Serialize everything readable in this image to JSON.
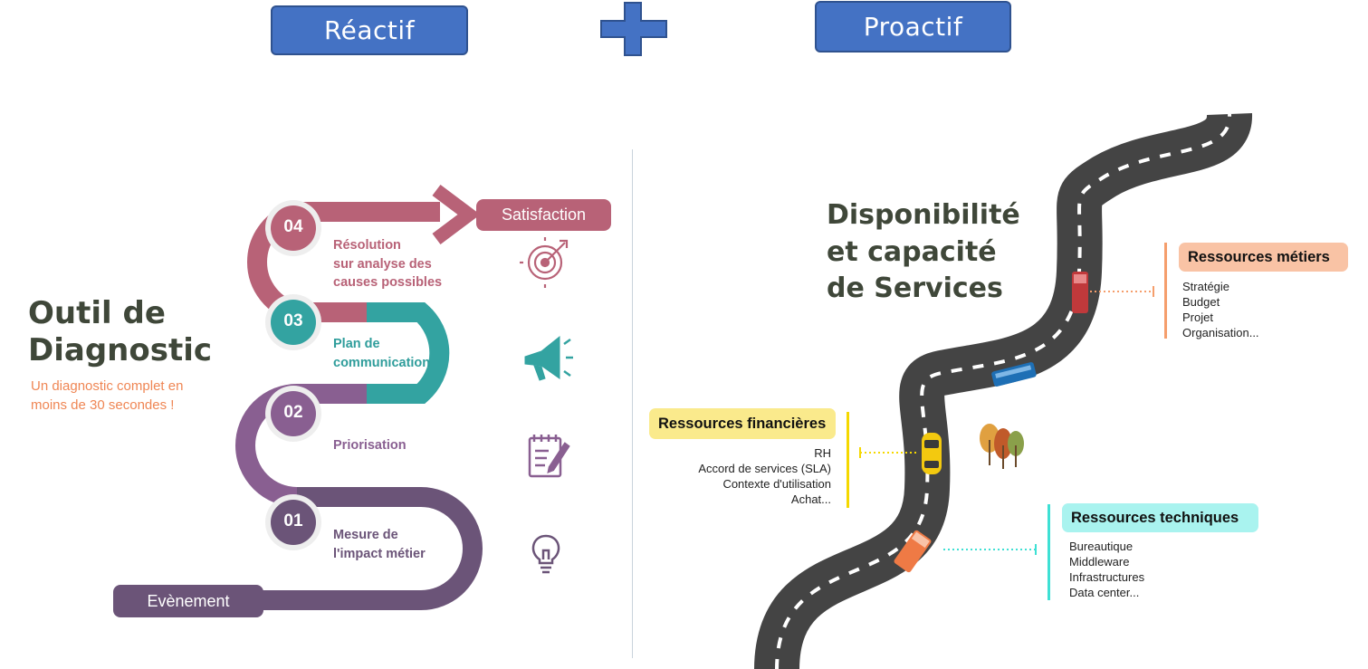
{
  "header": {
    "reactive_label": "Réactif",
    "plus_symbol": "plus-icon",
    "proactive_label": "Proactif",
    "color": "#4472c4"
  },
  "left": {
    "title_line1": "Outil de",
    "title_line2": "Diagnostic",
    "subtitle_line1": "Un diagnostic complet en",
    "subtitle_line2": "moins de 30 secondes !",
    "start_label": "Evènement",
    "end_label": "Satisfaction",
    "steps": [
      {
        "number": "01",
        "line1": "Mesure de",
        "line2": "l'impact métier",
        "line3": "",
        "color": "#6b5478",
        "icon": "lightbulb-icon"
      },
      {
        "number": "02",
        "line1": "Priorisation",
        "line2": "",
        "line3": "",
        "color": "#895f91",
        "icon": "notepad-icon"
      },
      {
        "number": "03",
        "line1": "Plan de",
        "line2": "communication",
        "line3": "",
        "color": "#33a3a1",
        "icon": "megaphone-icon"
      },
      {
        "number": "04",
        "line1": "Résolution",
        "line2": "sur analyse des",
        "line3": "causes possibles",
        "color": "#b86277",
        "icon": "target-icon"
      }
    ]
  },
  "right": {
    "title_line1": "Disponibilité",
    "title_line2": "et capacité",
    "title_line3": "de Services",
    "resources": [
      {
        "title": "Ressources métiers",
        "color": "#f9c3a5",
        "bar_color": "#f59e6c",
        "items": [
          "Stratégie",
          "Budget",
          "Projet",
          "Organisation..."
        ]
      },
      {
        "title": "Ressources financières",
        "color": "#faea8c",
        "bar_color": "#f5d800",
        "items": [
          "RH",
          "Accord de services (SLA)",
          "Contexte d'utilisation",
          "Achat..."
        ]
      },
      {
        "title": "Ressources techniques",
        "color": "#a9f3ef",
        "bar_color": "#3ee0d4",
        "items": [
          "Bureautique",
          "Middleware",
          "Infrastructures",
          "Data center..."
        ]
      }
    ],
    "road_icon": "road-icon",
    "trees_icon": "trees-icon",
    "vehicles": [
      "red-truck-icon",
      "blue-bus-icon",
      "yellow-car-icon",
      "orange-truck-icon"
    ]
  }
}
